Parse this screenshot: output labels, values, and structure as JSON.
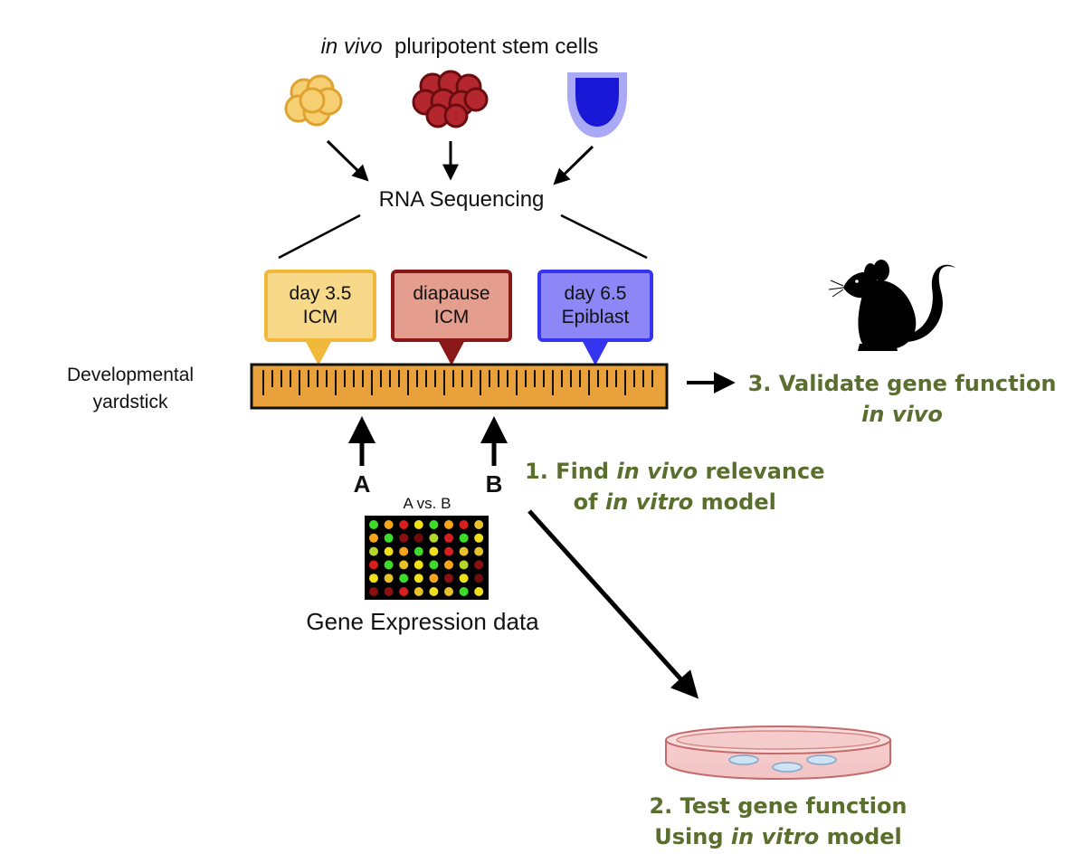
{
  "header": {
    "title_italic": "in vivo",
    "title_rest": "pluripotent stem cells"
  },
  "rna": {
    "label": "RNA Sequencing"
  },
  "stages": [
    {
      "line1": "day 3.5",
      "line2": "ICM",
      "fill": "#f8d98a",
      "border": "#f1b93c"
    },
    {
      "line1": "diapause",
      "line2": "ICM",
      "fill": "#e59e8e",
      "border": "#8b1818"
    },
    {
      "line1": "day 6.5",
      "line2": "Epiblast",
      "fill": "#8c86f6",
      "border": "#3535f0"
    }
  ],
  "yardstick": {
    "label_line1": "Developmental",
    "label_line2": "yardstick",
    "fill": "#e9a23b"
  },
  "samples": {
    "a": "A",
    "b": "B",
    "comparison": "A vs. B"
  },
  "expression": {
    "label": "Gene Expression data"
  },
  "steps": {
    "step1": {
      "pre": "1. Find ",
      "italic": "in vivo",
      "post": " relevance",
      "line2_pre": "of ",
      "line2_italic": "in vitro",
      "line2_post": " model"
    },
    "step2": {
      "line1": "2. Test gene function",
      "line2_pre": "Using ",
      "line2_italic": "in vitro",
      "line2_post": " model"
    },
    "step3": {
      "line1": "3. Validate gene function",
      "line2_italic": "in vivo"
    }
  },
  "colors": {
    "step_text": "#5a6e2d",
    "microarray_bg": "#000000",
    "dish": "#e79b9b"
  }
}
